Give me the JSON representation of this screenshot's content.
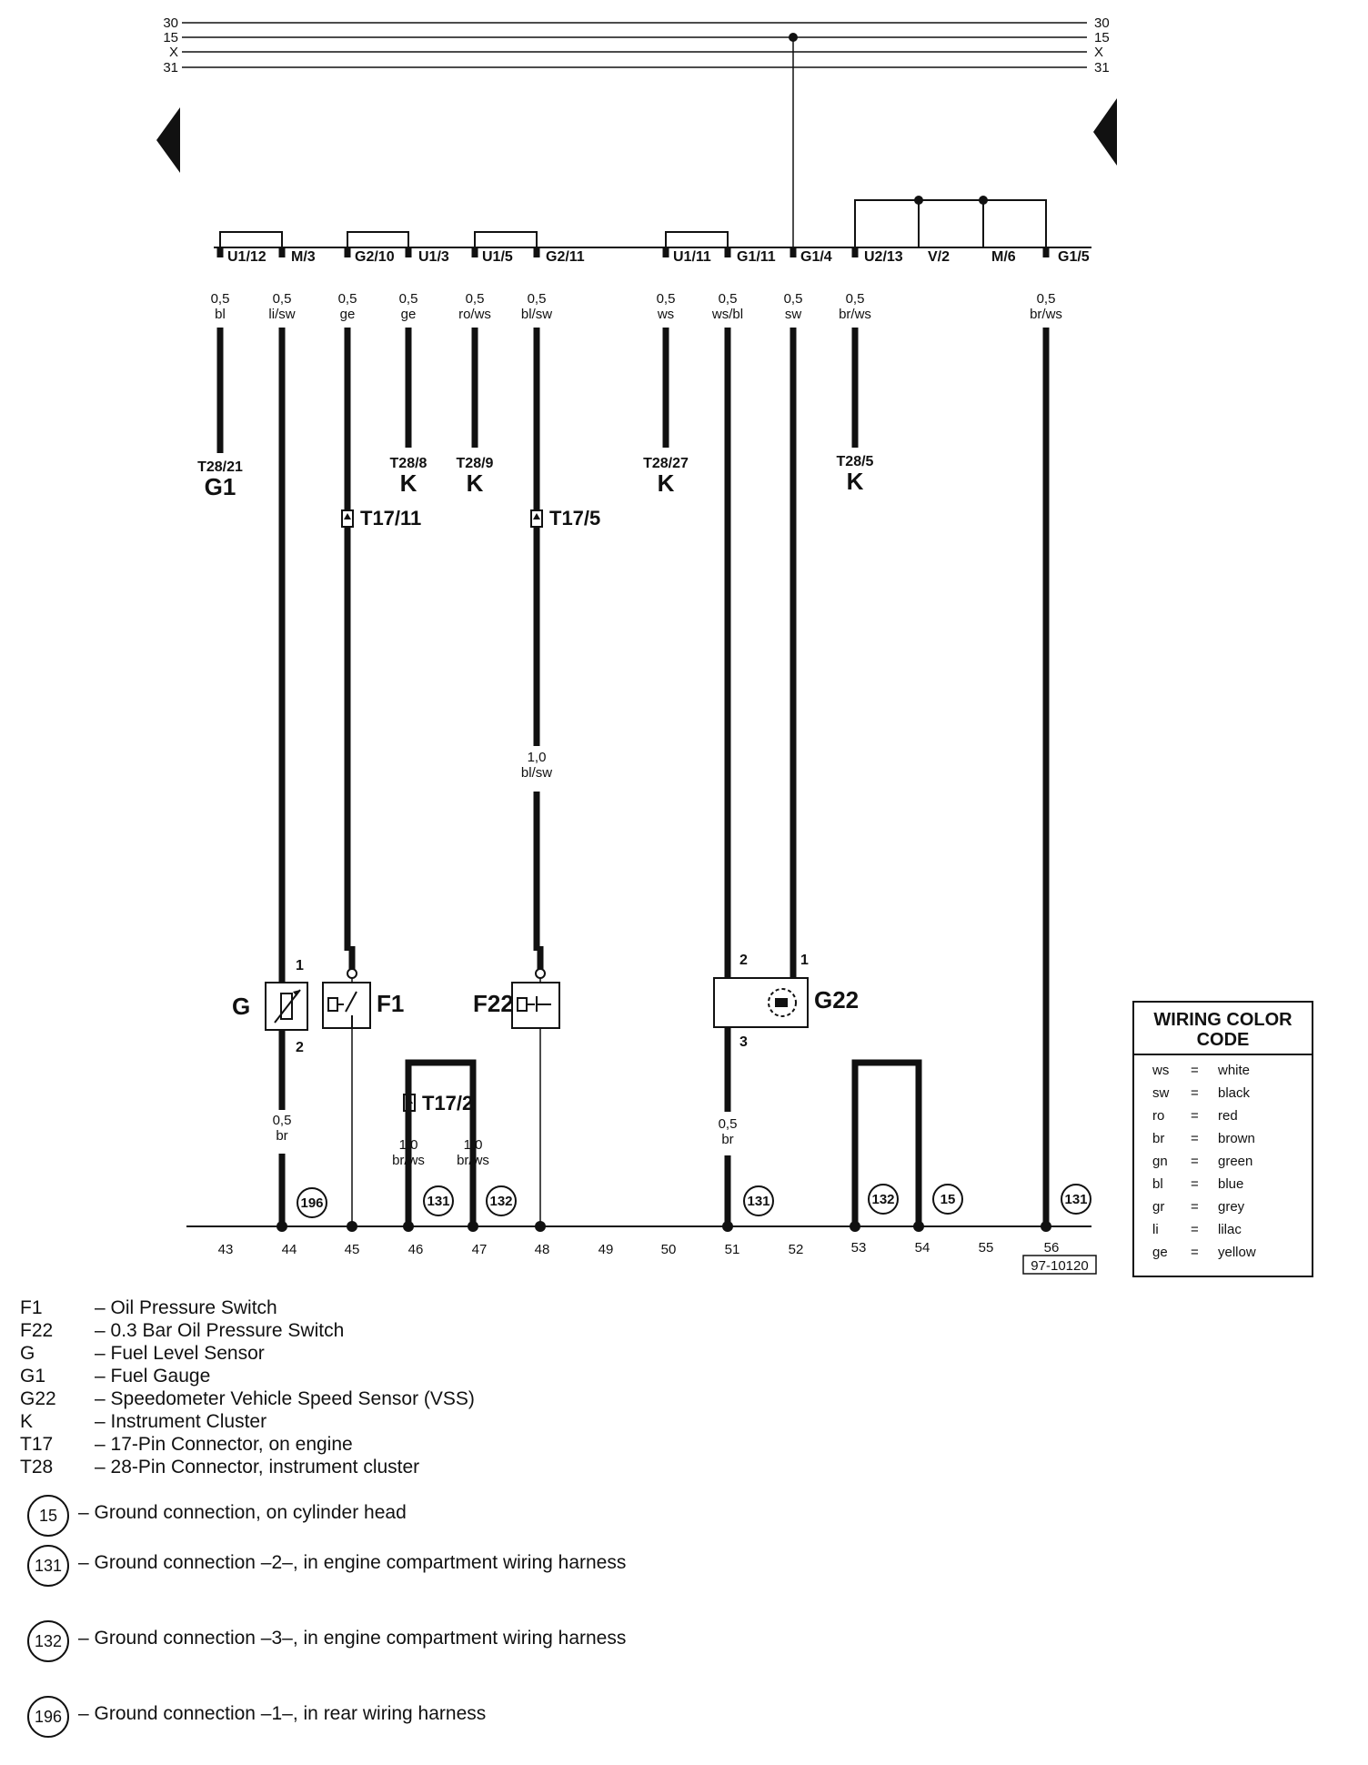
{
  "bus": {
    "left_labels": [
      "30",
      "15",
      "X",
      "31"
    ],
    "right_labels": [
      "30",
      "15",
      "X",
      "31"
    ]
  },
  "pins": [
    "U1/12",
    "M/3",
    "G2/10",
    "U1/3",
    "U1/5",
    "G2/11",
    "U1/11",
    "G1/11",
    "G1/4",
    "U2/13",
    "V/2",
    "M/6",
    "G1/5"
  ],
  "wires": [
    {
      "size": "0,5",
      "color": "bl"
    },
    {
      "size": "0,5",
      "color": "li/sw"
    },
    {
      "size": "0,5",
      "color": "ge"
    },
    {
      "size": "0,5",
      "color": "ge"
    },
    {
      "size": "0,5",
      "color": "ro/ws"
    },
    {
      "size": "0,5",
      "color": "bl/sw"
    },
    {
      "size": "0,5",
      "color": "ws"
    },
    {
      "size": "0,5",
      "color": "ws/bl"
    },
    {
      "size": "0,5",
      "color": "sw"
    },
    {
      "size": "0,5",
      "color": "br/ws"
    },
    {
      "size": "0,5",
      "color": "br/ws"
    }
  ],
  "terminals": [
    {
      "pin": "T28/21",
      "comp": "G1"
    },
    {
      "pin": "T28/8",
      "comp": "K"
    },
    {
      "pin": "T28/9",
      "comp": "K"
    },
    {
      "pin": "T28/27",
      "comp": "K"
    },
    {
      "pin": "T28/5",
      "comp": "K"
    }
  ],
  "connectors": {
    "t17_11": "T17/11",
    "t17_5": "T17/5",
    "t17_2": "T17/2"
  },
  "mid_wire": {
    "size": "1,0",
    "color": "bl/sw"
  },
  "components": {
    "g": "G",
    "f1": "F1",
    "f22": "F22",
    "g22": "G22"
  },
  "terminal_nums": {
    "g_top": "1",
    "g_bot": "2",
    "g22_left": "2",
    "g22_right": "1",
    "g22_bot": "3"
  },
  "lower_wires": [
    {
      "size": "0,5",
      "color": "br"
    },
    {
      "size": "1,0",
      "color": "br/ws"
    },
    {
      "size": "1,0",
      "color": "br/ws"
    },
    {
      "size": "0,5",
      "color": "br"
    }
  ],
  "ground_circles": [
    "196",
    "131",
    "132",
    "131",
    "132",
    "15",
    "131"
  ],
  "track_numbers": [
    "43",
    "44",
    "45",
    "46",
    "47",
    "48",
    "49",
    "50",
    "51",
    "52",
    "53",
    "54",
    "55",
    "56"
  ],
  "diagram_id": "97-10120",
  "color_code": {
    "title": "WIRING COLOR CODE",
    "rows": [
      {
        "abbr": "ws",
        "name": "white"
      },
      {
        "abbr": "sw",
        "name": "black"
      },
      {
        "abbr": "ro",
        "name": "red"
      },
      {
        "abbr": "br",
        "name": "brown"
      },
      {
        "abbr": "gn",
        "name": "green"
      },
      {
        "abbr": "bl",
        "name": "blue"
      },
      {
        "abbr": "gr",
        "name": "grey"
      },
      {
        "abbr": "li",
        "name": "lilac"
      },
      {
        "abbr": "ge",
        "name": "yellow"
      }
    ]
  },
  "legend": [
    {
      "code": "F1",
      "desc": "– Oil Pressure Switch"
    },
    {
      "code": "F22",
      "desc": "– 0.3 Bar Oil Pressure Switch"
    },
    {
      "code": "G",
      "desc": "– Fuel Level Sensor"
    },
    {
      "code": "G1",
      "desc": "– Fuel Gauge"
    },
    {
      "code": "G22",
      "desc": "– Speedometer Vehicle Speed Sensor (VSS)"
    },
    {
      "code": "K",
      "desc": "– Instrument Cluster"
    },
    {
      "code": "T17",
      "desc": "– 17-Pin Connector, on engine"
    },
    {
      "code": "T28",
      "desc": "– 28-Pin Connector, instrument cluster"
    }
  ],
  "ground_legend": [
    {
      "num": "15",
      "desc": "– Ground connection, on cylinder head"
    },
    {
      "num": "131",
      "desc": "– Ground connection –2–, in engine compartment wiring harness"
    },
    {
      "num": "132",
      "desc": "– Ground connection –3–, in engine compartment wiring harness"
    },
    {
      "num": "196",
      "desc": "– Ground connection –1–, in rear wiring harness"
    }
  ]
}
